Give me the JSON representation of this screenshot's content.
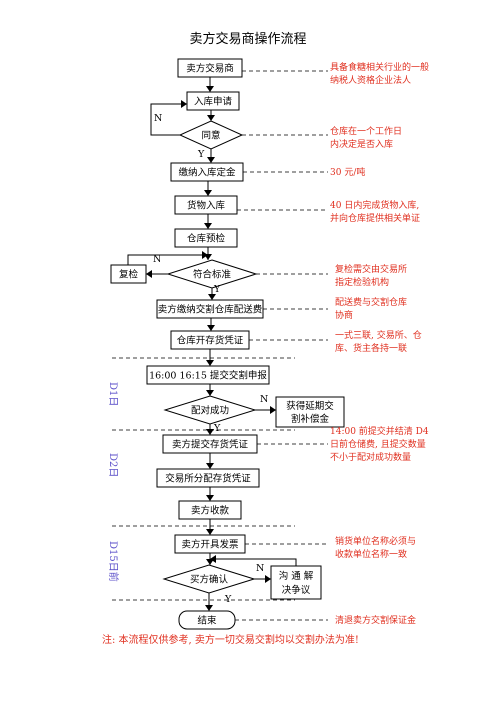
{
  "title": "卖方交易商操作流程",
  "nodes": {
    "seller": "卖方交易商",
    "apply": "入库申请",
    "agree": "同意",
    "pay_deposit": "缴纳入库定金",
    "goods_in": "货物入库",
    "pre_inspect": "仓库预检",
    "meets_standard": "符合标准",
    "reinspect": "复检",
    "pay_delivery_fee": "卖方缴纳交割仓库配送费",
    "receipt": "仓库开存货凭证",
    "submit_declaration": "16:00 16:15 提交交割申报",
    "match_success": "配对成功",
    "compensation_line1": "获得延期交",
    "compensation_line2": "割补偿金",
    "submit_receipt": "卖方提交存货凭证",
    "allocate_receipt": "交易所分配存货凭证",
    "collect_payment": "卖方收款",
    "issue_invoice": "卖方开具发票",
    "buyer_confirm": "买方确认",
    "negotiate_line1": "沟 通 解",
    "negotiate_line2": "决争议",
    "end": "结束"
  },
  "yn": {
    "n": "N",
    "y": "Y"
  },
  "notes": {
    "n1_line1": "具备食糖相关行业的一般",
    "n1_line2": "纳税人资格企业法人",
    "n2_line1": "仓库在一个工作日",
    "n2_line2": "内决定是否入库",
    "n3": "30 元/吨",
    "n4_line1": "40 日内完成货物入库,",
    "n4_line2": "并向仓库提供相关单证",
    "n5_line1": "复检需交由交易所",
    "n5_line2": "指定检验机构",
    "n6_line1": "配送费与交割仓库",
    "n6_line2": "协商",
    "n7_line1": "一式三联, 交易所、仓",
    "n7_line2": "库、货主各持一联",
    "n8_line1": "14:00 前提交并结清 D4",
    "n8_line2": "日前仓储费, 且提交数量",
    "n8_line3": "不小于配对成功数量",
    "n9_line1": "销货单位名称必须与",
    "n9_line2": "收款单位名称一致",
    "n10": "清退卖方交割保证金"
  },
  "phases": {
    "d1": "D1日",
    "d2": "D2日",
    "d15": "D15日前"
  },
  "footnote": "注: 本流程仅供参考, 卖方一切交易交割均以交割办法为准!"
}
